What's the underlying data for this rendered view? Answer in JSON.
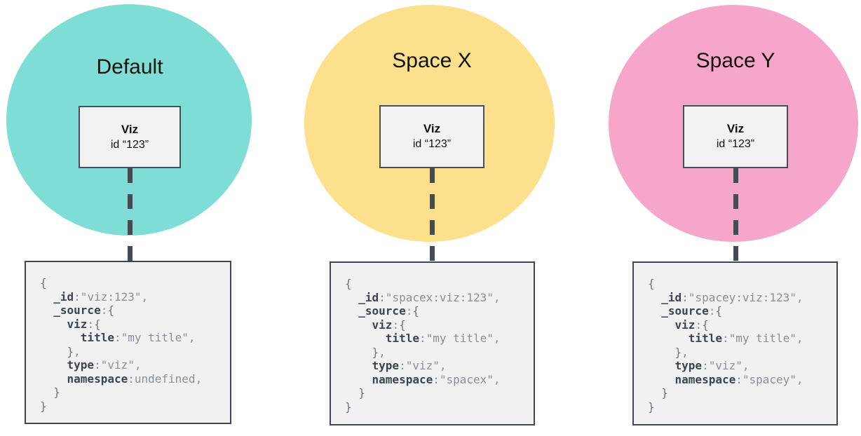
{
  "groups": [
    {
      "space_label": "Default",
      "circle_color": "#7EDED6",
      "viz_title": "Viz",
      "viz_id": "id “123”",
      "code": [
        [
          [
            "b",
            "{"
          ]
        ],
        [
          [
            "p",
            "  "
          ],
          [
            "k",
            "_id"
          ],
          [
            "p",
            ":\"viz:123\","
          ]
        ],
        [
          [
            "p",
            "  "
          ],
          [
            "k",
            "_source"
          ],
          [
            "p",
            ":"
          ],
          [
            "b",
            "{"
          ]
        ],
        [
          [
            "p",
            "    "
          ],
          [
            "k",
            "viz"
          ],
          [
            "p",
            ":"
          ],
          [
            "b",
            "{"
          ]
        ],
        [
          [
            "p",
            "      "
          ],
          [
            "k",
            "title"
          ],
          [
            "p",
            ":\"my title\","
          ]
        ],
        [
          [
            "p",
            "    "
          ],
          [
            "b",
            "}"
          ],
          [
            "p",
            ","
          ]
        ],
        [
          [
            "p",
            "    "
          ],
          [
            "k",
            "type"
          ],
          [
            "p",
            ":\"viz\","
          ]
        ],
        [
          [
            "p",
            "    "
          ],
          [
            "k",
            "namespace"
          ],
          [
            "p",
            ":undefined,"
          ]
        ],
        [
          [
            "p",
            "  "
          ],
          [
            "b",
            "}"
          ]
        ],
        [
          [
            "b",
            "}"
          ]
        ]
      ]
    },
    {
      "space_label": "Space X",
      "circle_color": "#FDE08C",
      "viz_title": "Viz",
      "viz_id": "id “123”",
      "code": [
        [
          [
            "b",
            "{"
          ]
        ],
        [
          [
            "p",
            "  "
          ],
          [
            "k",
            "_id"
          ],
          [
            "p",
            ":\"spacex:viz:123\","
          ]
        ],
        [
          [
            "p",
            "  "
          ],
          [
            "k",
            "_source"
          ],
          [
            "p",
            ":"
          ],
          [
            "b",
            "{"
          ]
        ],
        [
          [
            "p",
            "    "
          ],
          [
            "k",
            "viz"
          ],
          [
            "p",
            ":"
          ],
          [
            "b",
            "{"
          ]
        ],
        [
          [
            "p",
            "      "
          ],
          [
            "k",
            "title"
          ],
          [
            "p",
            ":\"my title\","
          ]
        ],
        [
          [
            "p",
            "    "
          ],
          [
            "b",
            "}"
          ],
          [
            "p",
            ","
          ]
        ],
        [
          [
            "p",
            "    "
          ],
          [
            "k",
            "type"
          ],
          [
            "p",
            ":\"viz\","
          ]
        ],
        [
          [
            "p",
            "    "
          ],
          [
            "k",
            "namespace"
          ],
          [
            "p",
            ":\"spacex\","
          ]
        ],
        [
          [
            "p",
            "  "
          ],
          [
            "b",
            "}"
          ]
        ],
        [
          [
            "b",
            "}"
          ]
        ]
      ]
    },
    {
      "space_label": "Space Y",
      "circle_color": "#F6A6C8",
      "viz_title": "Viz",
      "viz_id": "id “123”",
      "code": [
        [
          [
            "b",
            "{"
          ]
        ],
        [
          [
            "p",
            "  "
          ],
          [
            "k",
            "_id"
          ],
          [
            "p",
            ":\"spacey:viz:123\","
          ]
        ],
        [
          [
            "p",
            "  "
          ],
          [
            "k",
            "_source"
          ],
          [
            "p",
            ":"
          ],
          [
            "b",
            "{"
          ]
        ],
        [
          [
            "p",
            "    "
          ],
          [
            "k",
            "viz"
          ],
          [
            "p",
            ":"
          ],
          [
            "b",
            "{"
          ]
        ],
        [
          [
            "p",
            "      "
          ],
          [
            "k",
            "title"
          ],
          [
            "p",
            ":\"my title\","
          ]
        ],
        [
          [
            "p",
            "    "
          ],
          [
            "b",
            "}"
          ],
          [
            "p",
            ","
          ]
        ],
        [
          [
            "p",
            "    "
          ],
          [
            "k",
            "type"
          ],
          [
            "p",
            ":\"viz\","
          ]
        ],
        [
          [
            "p",
            "    "
          ],
          [
            "k",
            "namespace"
          ],
          [
            "p",
            ":\"spacey\","
          ]
        ],
        [
          [
            "p",
            "  "
          ],
          [
            "b",
            "}"
          ]
        ],
        [
          [
            "b",
            "}"
          ]
        ]
      ]
    }
  ],
  "colors": {
    "teal_circle": "#7EDED6",
    "yellow_circle": "#FDE08C",
    "pink_circle": "#F6A6C8",
    "box_fill": "#F1F1F2",
    "box_border": "#40454E",
    "dash": "#454B54",
    "code_key": "#3E444B",
    "code_value": "#8A8F95",
    "code_brace": "#6F747B"
  }
}
